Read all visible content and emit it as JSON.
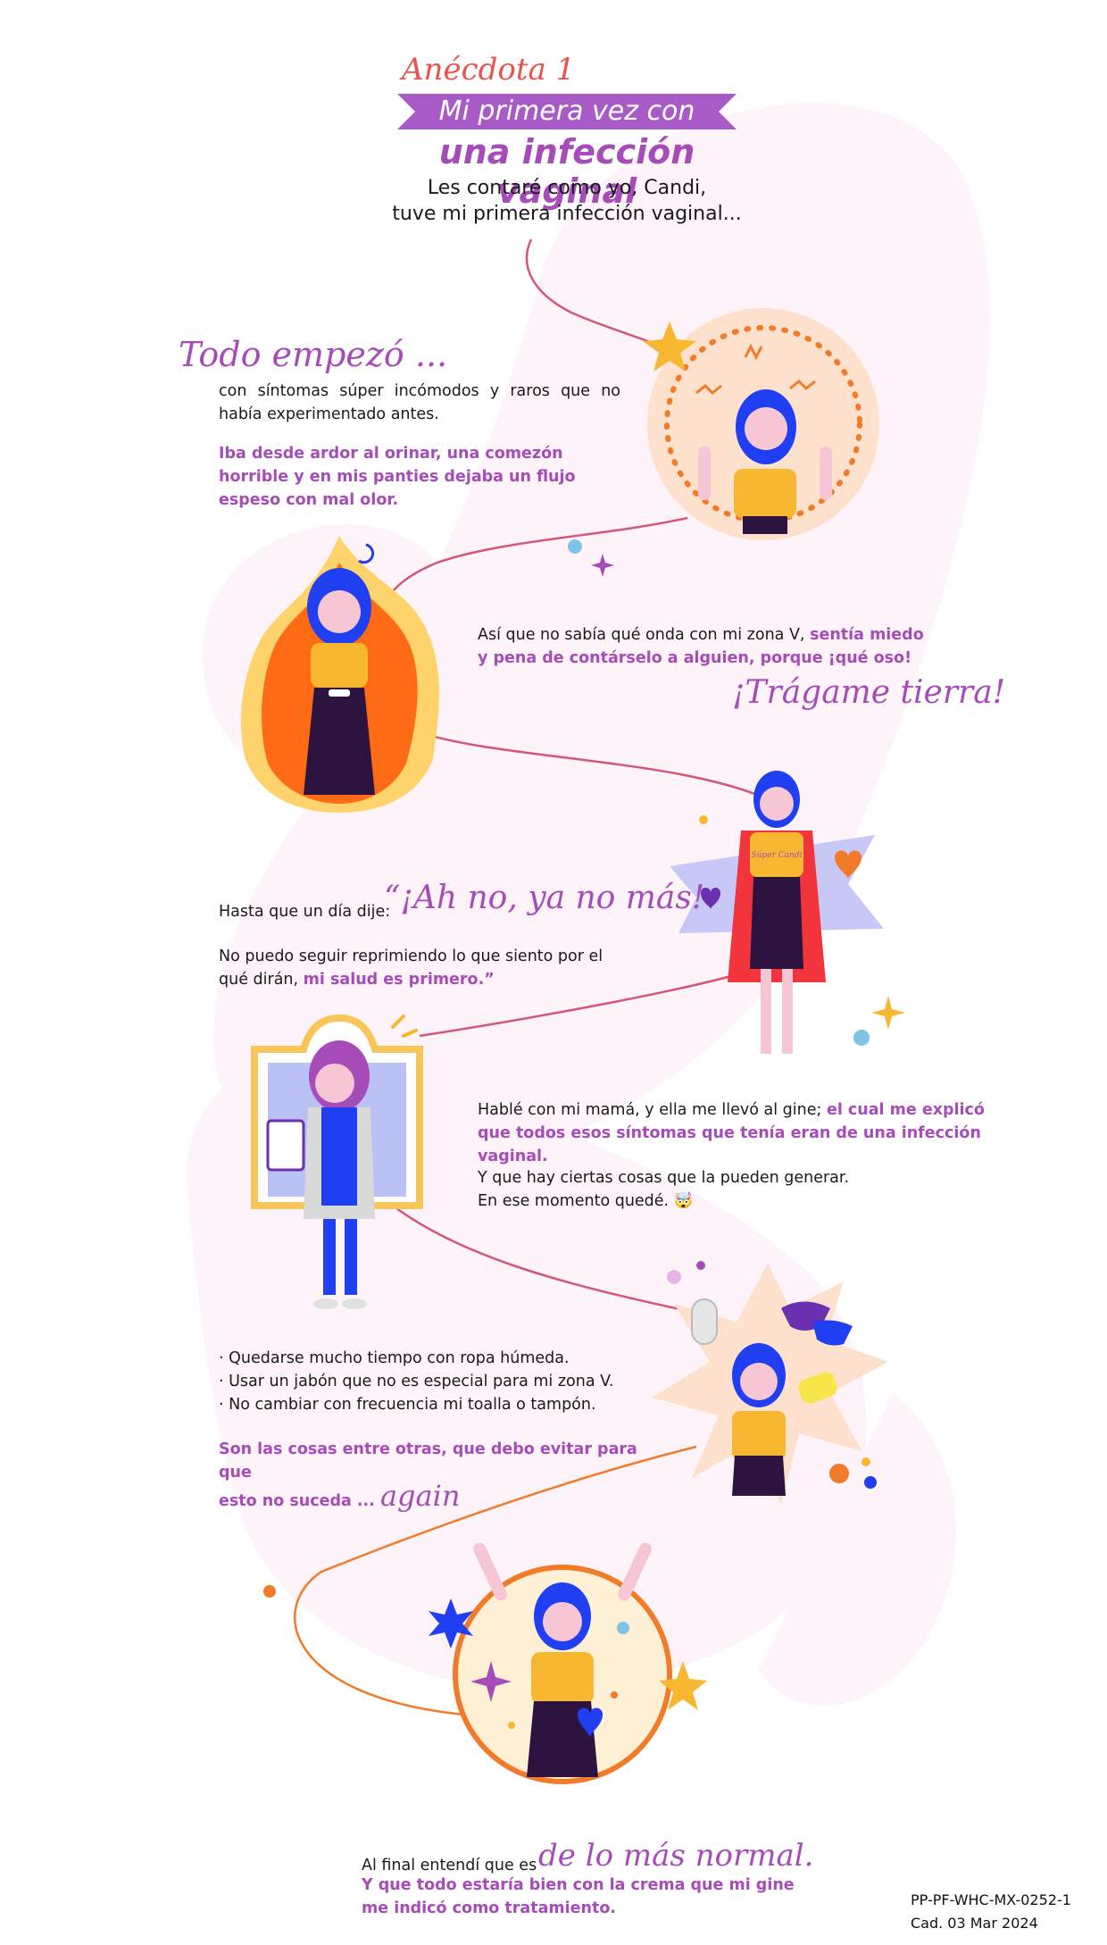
{
  "header": {
    "kicker": "Anécdota 1",
    "banner": "Mi primera vez con",
    "headline": "una infección vaginal",
    "intro_line1": "Les contaré como yo, Candi,",
    "intro_line2": "tuve mi primera infección vaginal..."
  },
  "section1": {
    "script_title": "Todo empezó ...",
    "text1": "con síntomas súper incómodos y raros que no había experimentado antes.",
    "highlight": "Iba desde ardor al orinar, una comezón horrible y en mis panties dejaba un flujo espeso con mal olor."
  },
  "section2": {
    "text": "Así que no sabía qué onda con mi zona V,",
    "highlight": "sentía miedo y pena de contárselo a alguien, porque ¡qué oso!",
    "script": "¡Trágame tierra!"
  },
  "section3": {
    "lead": "Hasta que un día dije:",
    "script": "“¡Ah no, ya no más!",
    "text": "No puedo seguir reprimiendo lo que siento por el qué dirán,",
    "highlight": "mi salud es primero.”",
    "shirt_text": "Súper Candi"
  },
  "section4": {
    "text": "Hablé con mi mamá, y ella me llevó al gine;",
    "highlight": "el cual me explicó que todos esos síntomas que tenía eran de una infección vaginal.",
    "text2a": "Y que hay ciertas cosas que la pueden generar.",
    "text2b": "En ese momento quedé.",
    "emoji": "🤯"
  },
  "section5": {
    "bullets": [
      "· Quedarse mucho tiempo con ropa húmeda.",
      "· Usar un jabón que no es especial para mi zona V.",
      "· No cambiar con frecuencia mi toalla o tampón."
    ],
    "highlight_line1": "Son las cosas entre otras, que debo evitar para que",
    "highlight_line2": "esto no suceda ...",
    "script": "again"
  },
  "section6": {
    "lead": "Al final entendí que es",
    "script": "de lo más normal.",
    "highlight_line1": "Y que todo estaría bien con la crema que mi gine",
    "highlight_line2": "me indicó como tratamiento."
  },
  "footer": {
    "code": "PP-PF-WHC-MX-0252-1",
    "expiry": "Cad. 03 Mar 2024"
  },
  "colors": {
    "purple": "#a64cb9",
    "banner_purple": "#a85ac6",
    "orange": "#f07b2a",
    "blue_hair": "#1f3ff0",
    "yellow": "#f7b731",
    "peach": "#fde1cc",
    "bg_pink": "#fdf3f8"
  },
  "icons": [
    "sparkle-star-icon",
    "plus-sparkle-icon",
    "heart-icon",
    "exploding-head-emoji"
  ]
}
